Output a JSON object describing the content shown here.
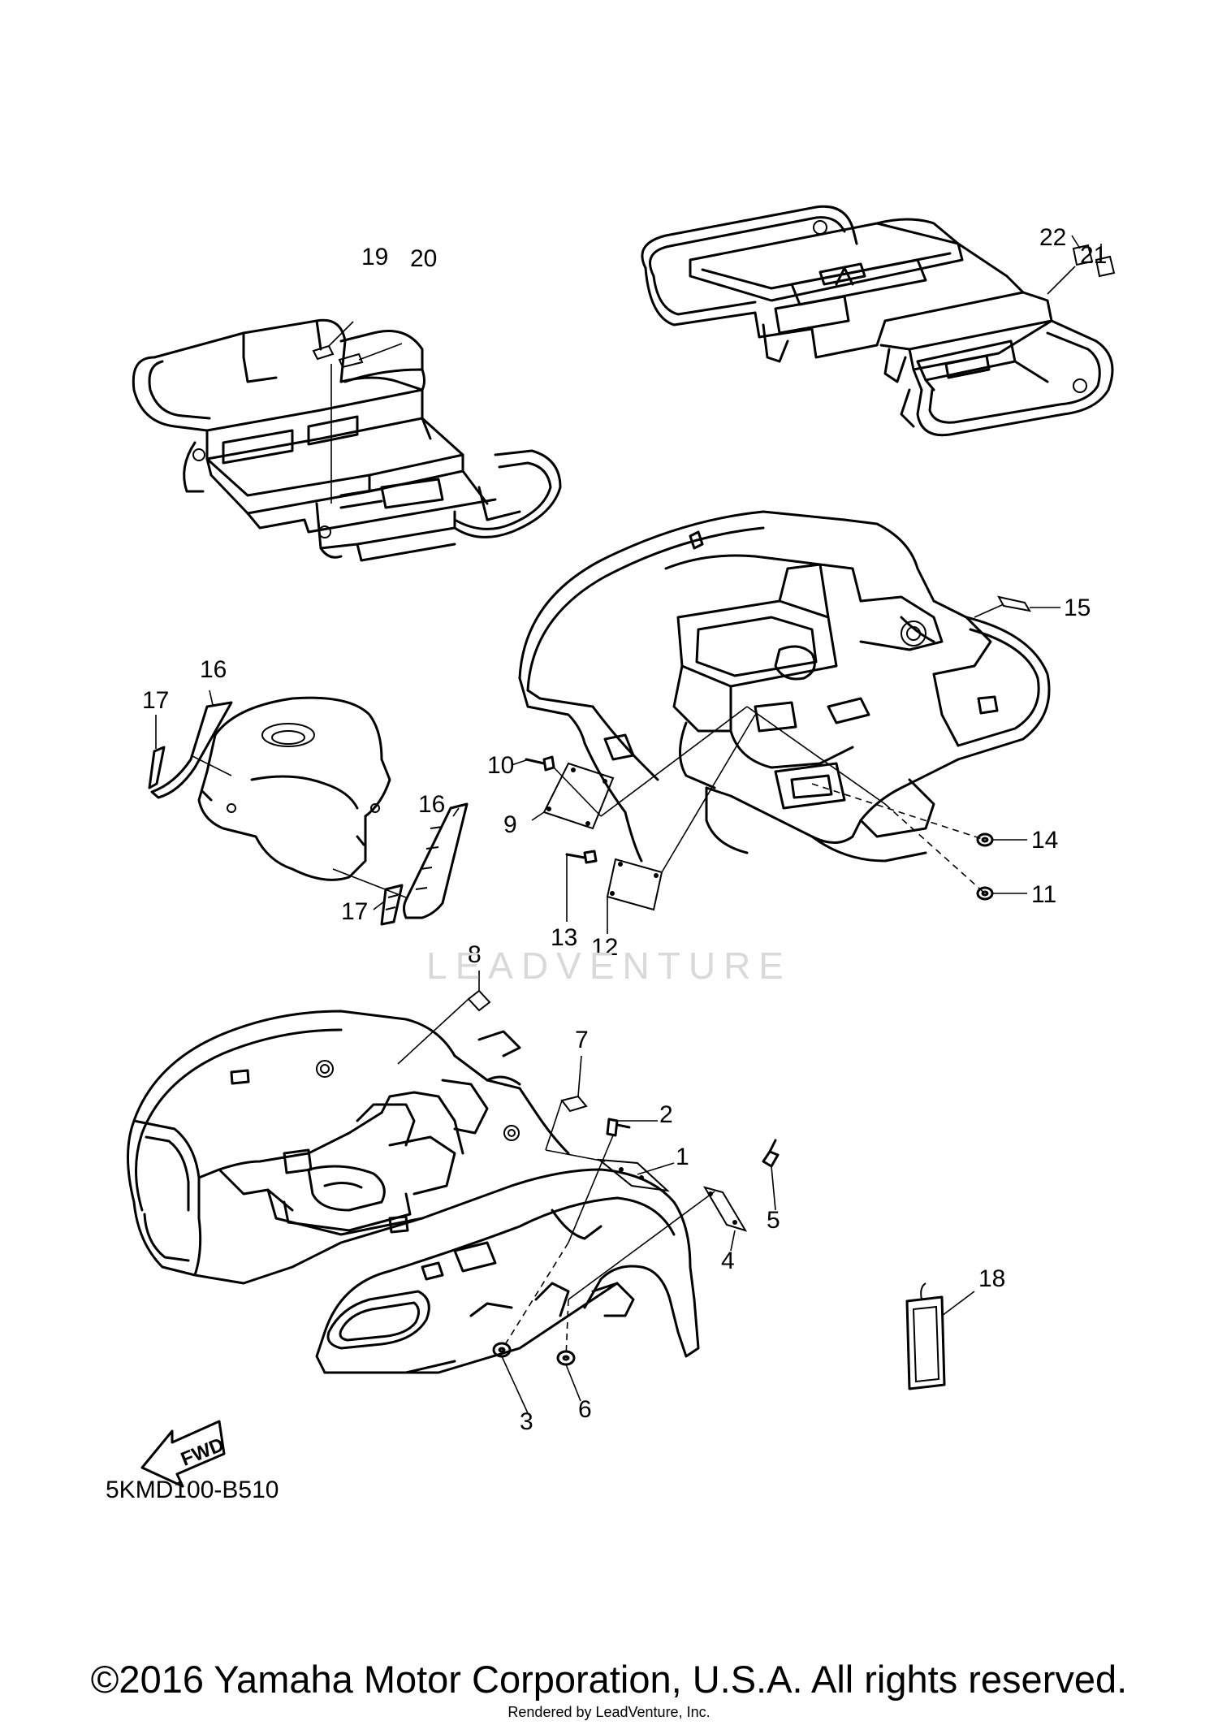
{
  "diagram": {
    "callouts": {
      "c1": "1",
      "c2": "2",
      "c3": "3",
      "c4": "4",
      "c5": "5",
      "c6": "6",
      "c7": "7",
      "c8": "8",
      "c9": "9",
      "c10": "10",
      "c11": "11",
      "c12": "12",
      "c13": "13",
      "c14": "14",
      "c15": "15",
      "c16a": "16",
      "c16b": "16",
      "c17a": "17",
      "c17b": "17",
      "c18": "18",
      "c19": "19",
      "c20": "20",
      "c21": "21",
      "c22": "22"
    },
    "fwd_label": "FWD",
    "code": "5KMD100-B510",
    "watermark": "LEADVENTURE"
  },
  "footer": {
    "copyright": "©2016 Yamaha Motor Corporation, U.S.A. All rights reserved.",
    "rendered_by": "Rendered by LeadVenture, Inc."
  }
}
